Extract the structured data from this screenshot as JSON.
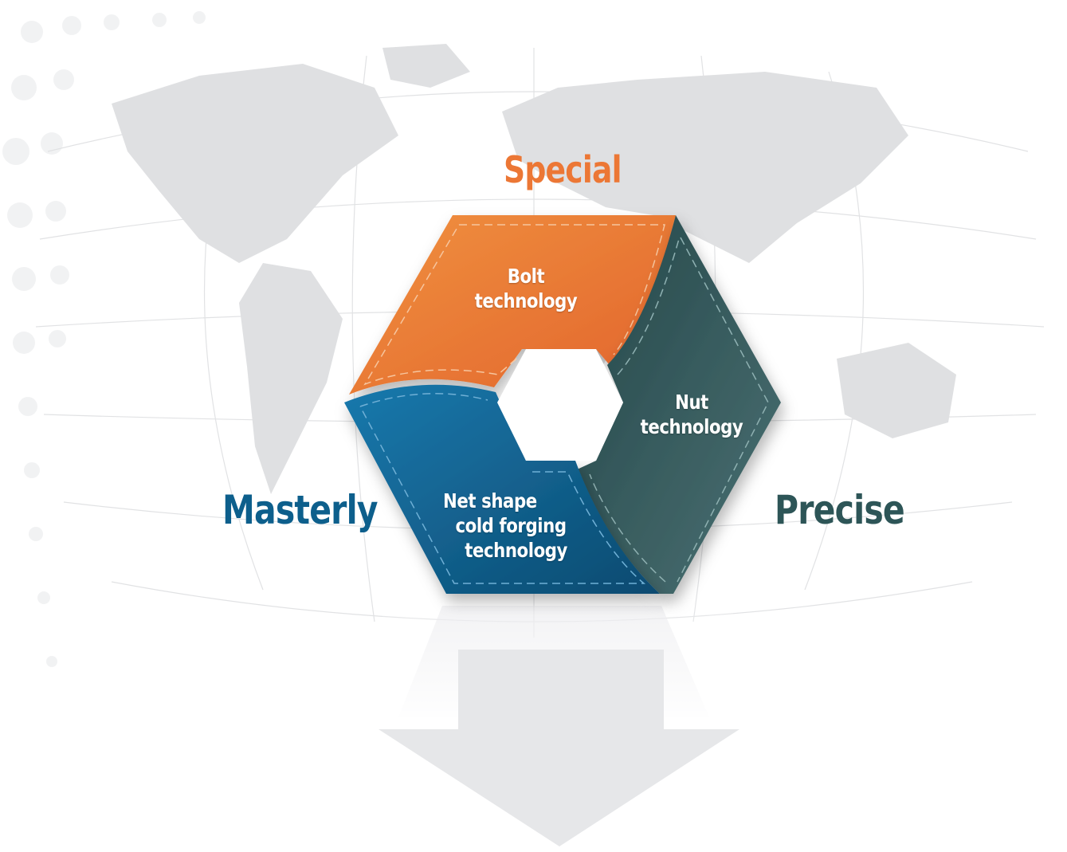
{
  "qualities": {
    "top": "Special",
    "left": "Masterly",
    "right": "Precise"
  },
  "segments": {
    "bolt": {
      "line1": "Bolt",
      "line2": "technology"
    },
    "nut": {
      "line1": "Nut",
      "line2": "technology"
    },
    "net": {
      "line1": "Net shape",
      "line2": "cold  forging",
      "line3": "technology"
    }
  },
  "colors": {
    "orange": "#e8783a",
    "teal": "#2f5658",
    "blue": "#0f5f8c",
    "arrow": "#e6e7e9"
  }
}
